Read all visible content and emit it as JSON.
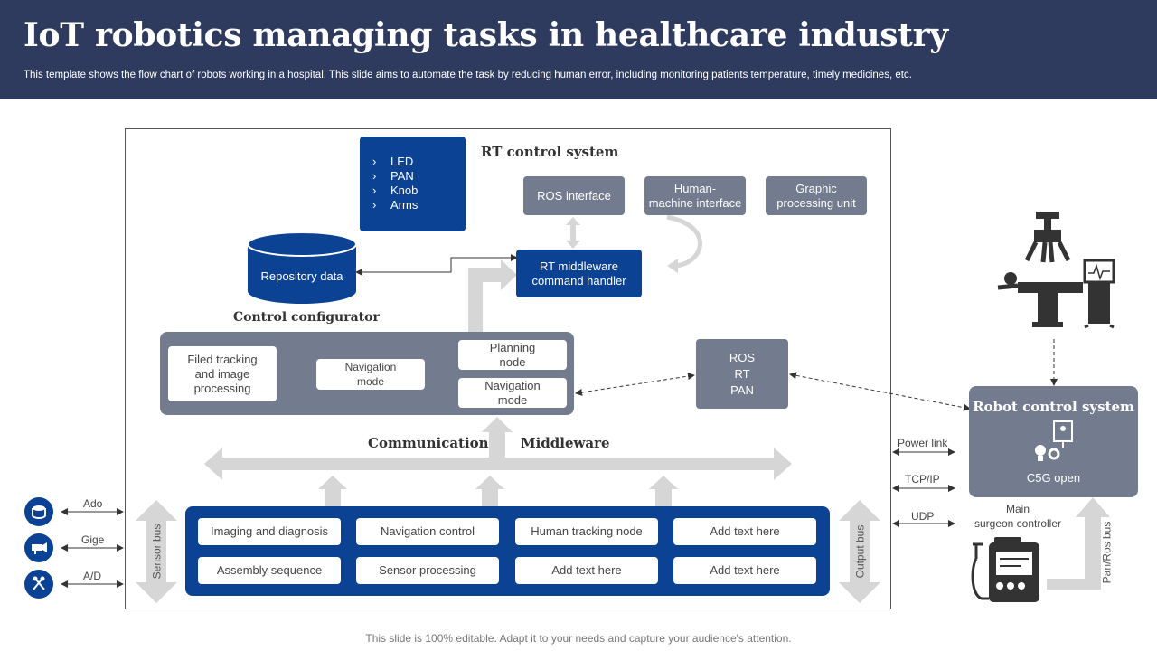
{
  "header": {
    "title": "IoT robotics managing tasks in healthcare industry",
    "subtitle": "This template shows the flow chart of robots working in a hospital. This slide aims to automate the task by reducing human error, including monitoring patients temperature, timely medicines, etc."
  },
  "led_box": {
    "items": [
      "LED",
      "PAN",
      "Knob",
      "Arms"
    ],
    "bullet": "›"
  },
  "rt_control": {
    "title": "RT control system",
    "ros_interface": "ROS interface",
    "hmi": "Human-\nmachine interface",
    "gpu": "Graphic\nprocessing unit",
    "middleware": "RT middleware\ncommand handler"
  },
  "repository": "Repository data",
  "configurator": {
    "title": "Control configurator",
    "filed_tracking": "Filed tracking\nand image\nprocessing",
    "nav_mode_1": "Navigation\nmode",
    "planning_node": "Planning\nnode",
    "nav_mode_2": "Navigation\nmode"
  },
  "ros_box": "ROS\nRT\nPAN",
  "communication": "Communication",
  "middleware_label": "Middleware",
  "grid": {
    "row1": [
      "Imaging and diagnosis",
      "Navigation  control",
      "Human tracking node",
      "Add text here"
    ],
    "row2": [
      "Assembly sequence",
      "Sensor processing",
      "Add text here",
      "Add text here"
    ]
  },
  "sensor_bus": "Sensor bus",
  "output_bus": "Output bus",
  "left_links": [
    "Ado",
    "Gige",
    "A/D"
  ],
  "right_links": [
    "Power link",
    "TCP/IP",
    "UDP"
  ],
  "robot_control": {
    "title": "Robot control system",
    "sub": "C5G open"
  },
  "surgeon": "Main\nsurgeon controller",
  "pan_ros_bus": "Pan/Ros bus",
  "footer": "This slide is 100% editable. Adapt it to your needs and capture your audience's attention.",
  "colors": {
    "header": "#2e3a5e",
    "navy": "#0b4294",
    "slate": "#737b8e",
    "arrow": "#d6d6d6"
  }
}
